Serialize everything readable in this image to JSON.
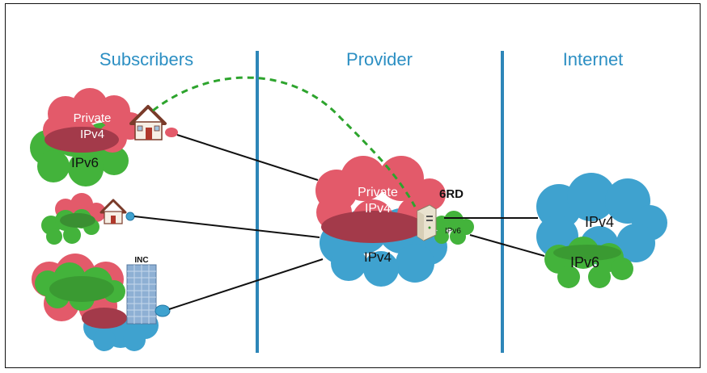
{
  "columns": {
    "subscribers": "Subscribers",
    "provider": "Provider",
    "internet": "Internet"
  },
  "subscriber_top": {
    "private_line1": "Private",
    "private_line2": "IPv4",
    "ipv6": "IPv6"
  },
  "business": {
    "sign": "INC"
  },
  "provider": {
    "private_line1": "Private",
    "private_line2": "IPv4",
    "ipv4": "IPv4",
    "gateway_label": "6RD",
    "gateway_ipv6": "IPv6"
  },
  "internet": {
    "ipv4": "IPv4",
    "ipv6": "IPv6"
  },
  "colors": {
    "divider": "#2d86b8",
    "private_cloud": "#e35a6a",
    "ipv6_cloud": "#43b33b",
    "ipv4_cloud": "#3fa2cf",
    "overlap": "#a33a4a",
    "tunnel": "#2da42d"
  }
}
